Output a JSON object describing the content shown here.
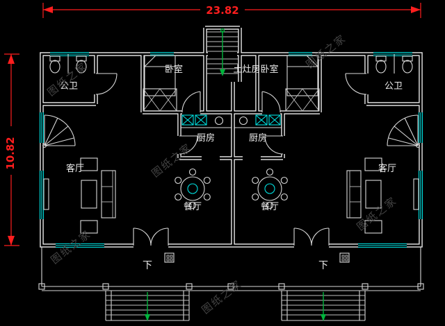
{
  "title": "duplex-floor-plan",
  "dimensions": {
    "width": "23.82",
    "height": "10.82"
  },
  "rooms": {
    "bath_left": "公卫",
    "bath_right": "公卫",
    "bedroom_left": "卧室",
    "stove_bedroom_right": "土灶房卧室",
    "kitchen_left": "厨房",
    "kitchen_right": "厨房",
    "living_left": "客厅",
    "living_right": "客厅",
    "dining_left": "餐厅",
    "dining_right": "餐厅"
  },
  "stairs": {
    "down_left": "下",
    "down_right": "下"
  },
  "watermark": {
    "text": "图纸之家"
  },
  "colors": {
    "background": "#000000",
    "walls": "#f0f0f0",
    "detail_cyan": "#00e0e0",
    "dimension_red": "#ff1e1e",
    "stair_green": "#00b43c",
    "watermark_gray": "#4f4f4f"
  }
}
